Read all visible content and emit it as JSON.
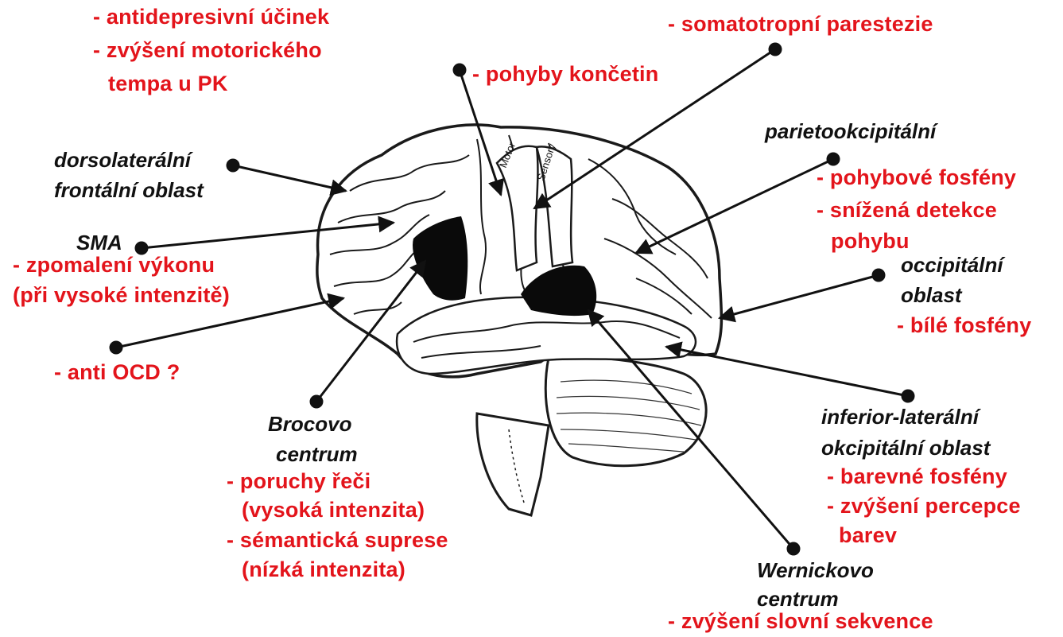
{
  "colors": {
    "effect_text": "#e3141b",
    "region_text": "#111111",
    "lines": "#111111",
    "brain_outline": "#1a1a1a",
    "highlight_area": "#0a0a0a"
  },
  "brain_strip_labels": {
    "motor": "Motor",
    "sensory": "Sensory"
  },
  "regions": {
    "dlpfc": {
      "name_line1": "dorsolaterální",
      "name_line2": "frontální oblast",
      "effects": [
        "- antidepresivní účinek",
        "- zvýšení motorického",
        "tempa u PK"
      ]
    },
    "sma": {
      "name": "SMA",
      "effects": [
        "- zpomalení výkonu",
        "(při vysoké intenzitě)"
      ]
    },
    "frontal_pole": {
      "effects": [
        "- anti OCD ?"
      ]
    },
    "broca": {
      "name_line1": "Brocovo",
      "name_line2": "centrum",
      "effects": [
        "- poruchy řeči",
        "(vysoká intenzita)",
        "- sémantická suprese",
        "(nízká intenzita)"
      ]
    },
    "motor": {
      "effects": [
        "- pohyby končetin"
      ]
    },
    "somatosensory": {
      "effects": [
        "- somatotropní parestezie"
      ]
    },
    "parietooccipital": {
      "name": "parietookcipitální",
      "effects": [
        "- pohybové fosfény",
        "- snížená detekce",
        "pohybu"
      ]
    },
    "occipital": {
      "name_line1": "occipitální",
      "name_line2": "oblast",
      "effects": [
        "- bílé fosfény"
      ]
    },
    "inferior_lateral_occipital": {
      "name_line1": "inferior-laterální",
      "name_line2": "okcipitální oblast",
      "effects": [
        "- barevné fosfény",
        "- zvýšení percepce",
        "barev"
      ]
    },
    "wernicke": {
      "name_line1": "Wernickovo",
      "name_line2": "centrum",
      "effects": [
        "- zvýšení slovní sekvence"
      ]
    }
  }
}
